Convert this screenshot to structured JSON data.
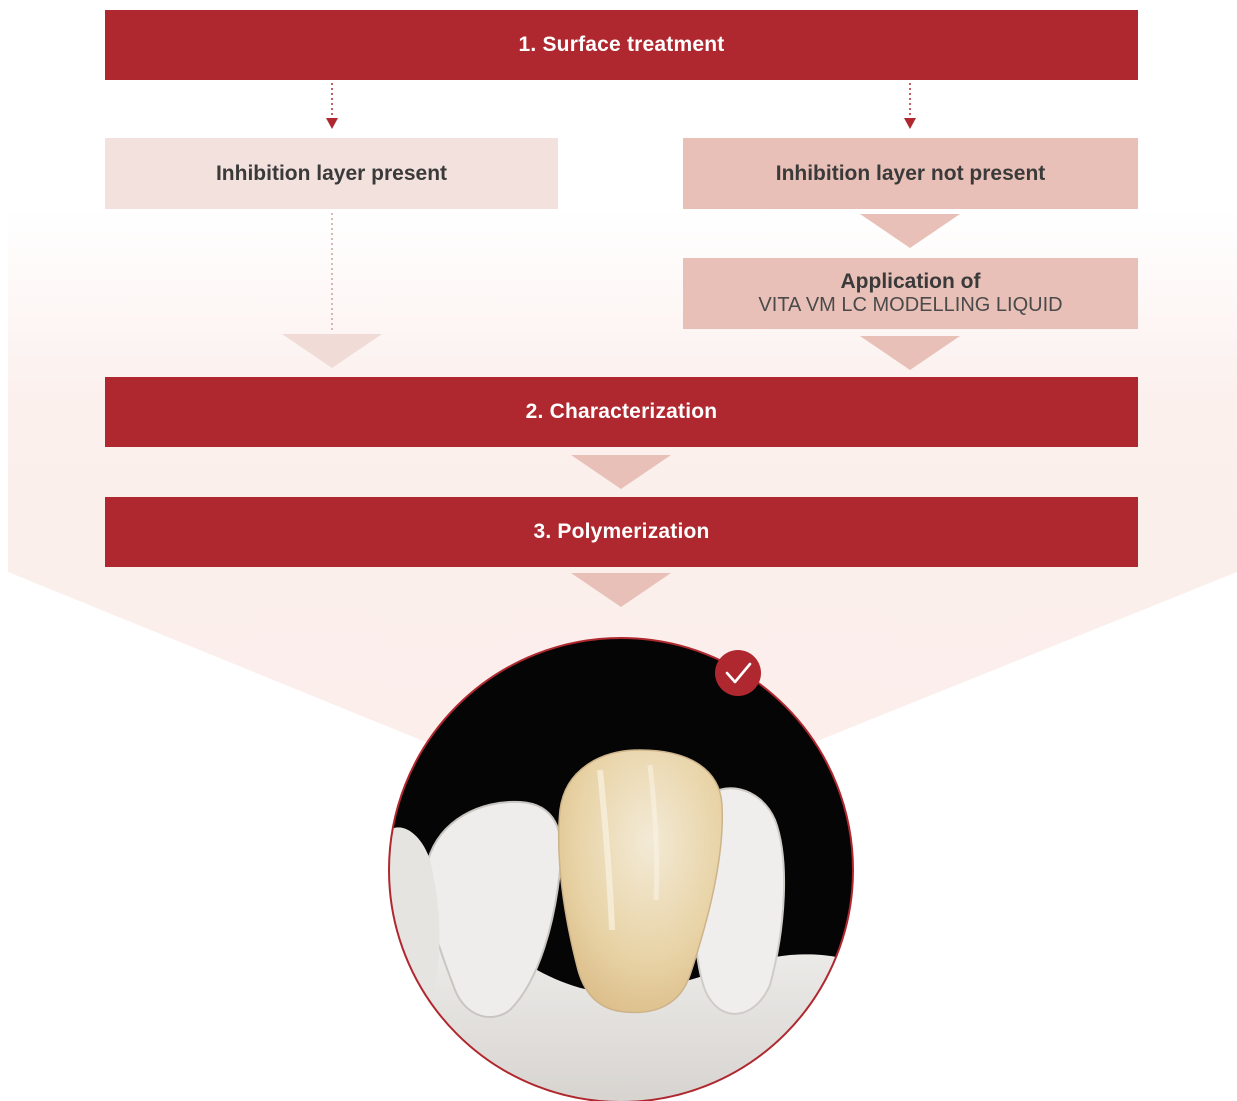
{
  "steps": {
    "surface_treatment": "1. Surface treatment",
    "characterization": "2. Characterization",
    "polymerization": "3. Polymerization"
  },
  "branches": {
    "left": "Inhibition layer present",
    "right": "Inhibition layer not present",
    "application_title": "Application of",
    "application_product": "VITA VM LC MODELLING LIQUID"
  },
  "icons": {
    "result": "check-icon",
    "photo": "tooth-crown-photo"
  },
  "colors": {
    "primary": "#b0282f",
    "light_box": "#f3e1dd",
    "mid_box": "#e8c0b7",
    "funnel_background": "#fbeeeb"
  }
}
